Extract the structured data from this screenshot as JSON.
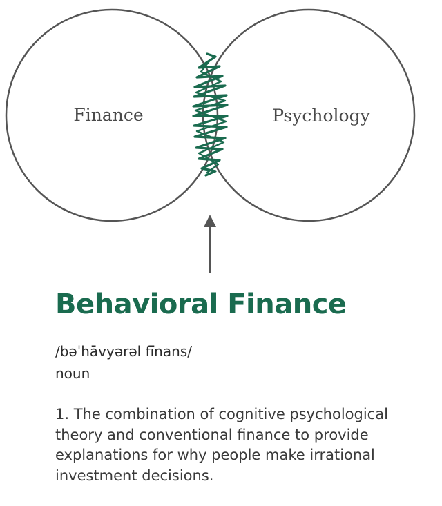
{
  "venn": {
    "left_label": "Finance",
    "right_label": "Psychology"
  },
  "term": {
    "title": "Behavioral Finance",
    "pronunciation": "/bəˈhāvyərəl fīnans/",
    "part_of_speech": "noun"
  },
  "definition": {
    "lines": [
      "1. The combination of cognitive psychological",
      "theory and conventional finance to provide",
      "explanations for why people make irrational",
      "investment decisions."
    ]
  },
  "colors": {
    "accent": "#1a6b4f",
    "circle_stroke": "#555555",
    "text": "#2a2a2a"
  }
}
